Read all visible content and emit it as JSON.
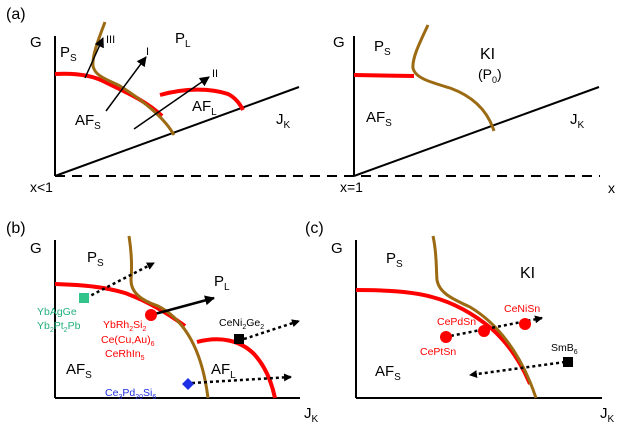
{
  "panel_a": {
    "tag": "(a)",
    "left": {
      "g_axis": "G",
      "jk_main": "J",
      "jk_sub": "K",
      "ps_main": "P",
      "ps_sub": "S",
      "pl_main": "P",
      "pl_sub": "L",
      "afs_main": "AF",
      "afs_sub": "S",
      "afl_main": "AF",
      "afl_sub": "L",
      "arrow_I": "I",
      "arrow_II": "II",
      "arrow_III": "III",
      "x_label": "x<1"
    },
    "right": {
      "g_axis": "G",
      "jk_main": "J",
      "jk_sub": "K",
      "ps_main": "P",
      "ps_sub": "S",
      "afs_main": "AF",
      "afs_sub": "S",
      "ki": "KI",
      "p0_open": "(P",
      "p0_sub": "0",
      "p0_close": ")",
      "x_label": "x=1"
    },
    "x_axis": "x"
  },
  "panel_b": {
    "tag": "(b)",
    "g_axis": "G",
    "jk_main": "J",
    "jk_sub": "K",
    "ps_main": "P",
    "ps_sub": "S",
    "pl_main": "P",
    "pl_sub": "L",
    "afs_main": "AF",
    "afs_sub": "S",
    "afl_main": "AF",
    "afl_sub": "L",
    "ybagge": "YbAgGe",
    "yb2pt2pb": {
      "p1": "Yb",
      "s1": "2",
      "p2": "Pt",
      "s2": "2",
      "p3": "Pb"
    },
    "ybrh2si2": {
      "p1": "YbRh",
      "s1": "2",
      "p2": "Si",
      "s2": "2"
    },
    "cecuau6": {
      "p1": "Ce(Cu,Au)",
      "s1": "6"
    },
    "cerhin5": {
      "p1": "CeRhIn",
      "s1": "5"
    },
    "ceni2ge2": {
      "p1": "CeNi",
      "s1": "2",
      "p2": "Ge",
      "s2": "2"
    },
    "ce3pd20si6": {
      "p1": "Ce",
      "s1": "3",
      "p2": "Pd",
      "s2": "20",
      "p3": "Si",
      "s3": "6"
    }
  },
  "panel_c": {
    "tag": "(c)",
    "g_axis": "G",
    "jk_main": "J",
    "jk_sub": "K",
    "ps_main": "P",
    "ps_sub": "S",
    "afs_main": "AF",
    "afs_sub": "S",
    "ki": "KI",
    "cenisn": "CeNiSn",
    "cepdsn": "CePdSn",
    "ceptsn": "CePtSn",
    "smb6": {
      "p1": "SmB",
      "s1": "6"
    }
  },
  "colors": {
    "af_boundary": "#ff0000",
    "kondo_boundary": "#9b6a12",
    "ybagge_marker": "#33c48c",
    "ybagge_text": "#22b07c",
    "red_material": "#ff0000",
    "ce3pd20si6": "#1e30e6",
    "black": "#000000"
  },
  "icons": {
    "ybagge_marker": "square",
    "ybrh2si2_marker": "circle",
    "ceni2ge2_marker": "square",
    "ce3pd20si6_marker": "diamond",
    "kondo_insulator_markers": "circle",
    "smb6_marker": "square"
  }
}
